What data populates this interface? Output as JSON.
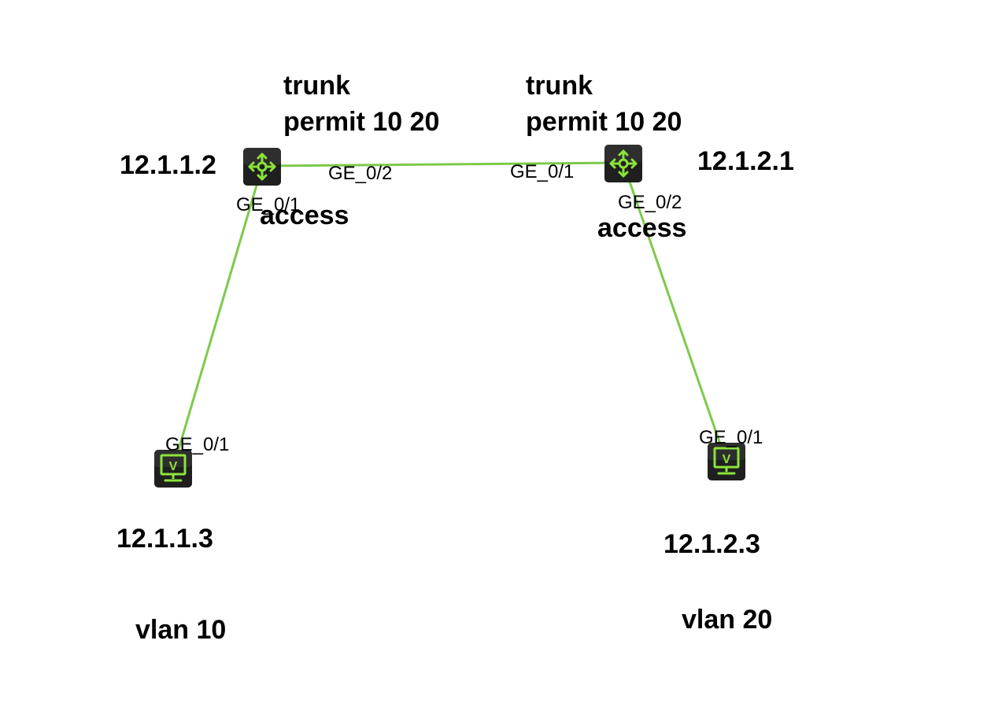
{
  "colors": {
    "link": "#7dc94b",
    "device_body": "#1f1f1f",
    "device_icon": "#8be33a",
    "text": "#000000"
  },
  "switches": [
    {
      "name": "left-switch",
      "icon": "switch-arrows-icon",
      "ip": "12.1.1.2",
      "trunk_line1": "trunk",
      "trunk_line2": "permit  10 20",
      "access": "access",
      "port_down": "GE_0/1",
      "port_side": "GE_0/2"
    },
    {
      "name": "right-switch",
      "icon": "switch-arrows-icon",
      "ip": "12.1.2.1",
      "trunk_line1": "trunk",
      "trunk_line2": "permit  10 20",
      "access": "access",
      "port_side": "GE_0/1",
      "port_down": "GE_0/2"
    }
  ],
  "hosts": [
    {
      "name": "left-host",
      "icon": "vpc-monitor-icon",
      "icon_letter": "V",
      "ip": "12.1.1.3",
      "vlan": "vlan 10",
      "port": "GE_0/1"
    },
    {
      "name": "right-host",
      "icon": "vpc-monitor-icon",
      "icon_letter": "V",
      "ip": "12.1.2.3",
      "vlan": "vlan 20",
      "port": "GE_0/1"
    }
  ]
}
